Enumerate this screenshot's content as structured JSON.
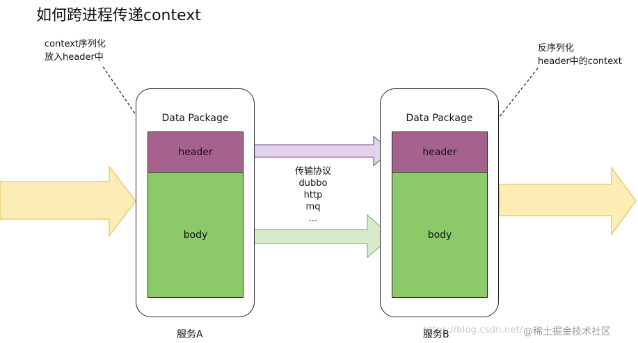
{
  "title": "如何跨进程传递context",
  "notes": {
    "left": [
      "context序列化",
      "放入header中"
    ],
    "right": [
      "反序列化",
      "header中的context"
    ]
  },
  "services": [
    {
      "package_label": "Data Package",
      "header_label": "header",
      "body_label": "body",
      "name": "服务A"
    },
    {
      "package_label": "Data Package",
      "header_label": "header",
      "body_label": "body",
      "name": "服务B"
    }
  ],
  "protocol": {
    "heading": "传输协议",
    "items": [
      "dubbo",
      "http",
      "mq",
      "..."
    ]
  },
  "watermark": {
    "url": "https://blog.csdn.net/",
    "brand": "@稀土掘金技术社区"
  },
  "colors": {
    "header": "#a6628f",
    "body": "#8cc968",
    "input_arrow": "#fcecb5",
    "header_arrow": "#e2d3ea",
    "body_arrow": "#d8e9cc"
  }
}
